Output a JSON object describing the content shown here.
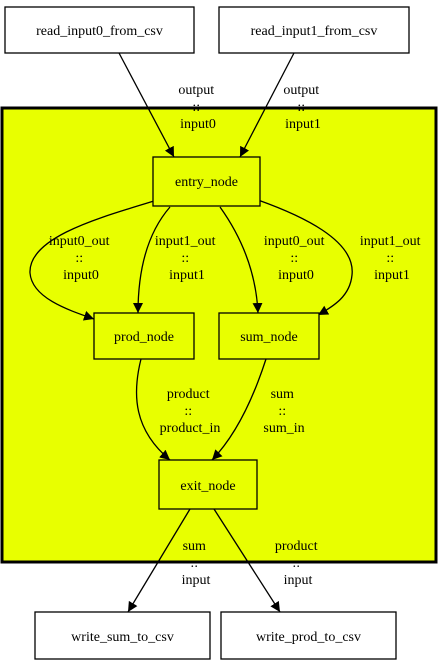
{
  "colors": {
    "cluster_fill": "#e8ff00",
    "node_fill": "#ffffff",
    "stroke": "#000000"
  },
  "nodes": [
    {
      "id": "read0",
      "label": "read_input0_from_csv",
      "in_cluster": false
    },
    {
      "id": "read1",
      "label": "read_input1_from_csv",
      "in_cluster": false
    },
    {
      "id": "entry",
      "label": "entry_node",
      "in_cluster": true
    },
    {
      "id": "prod",
      "label": "prod_node",
      "in_cluster": true
    },
    {
      "id": "sum",
      "label": "sum_node",
      "in_cluster": true
    },
    {
      "id": "exit",
      "label": "exit_node",
      "in_cluster": true
    },
    {
      "id": "wsum",
      "label": "write_sum_to_csv",
      "in_cluster": false
    },
    {
      "id": "wprod",
      "label": "write_prod_to_csv",
      "in_cluster": false
    }
  ],
  "edges": [
    {
      "from": "read0",
      "to": "entry",
      "label": [
        "output",
        "::",
        "input0"
      ]
    },
    {
      "from": "read1",
      "to": "entry",
      "label": [
        "output",
        "::",
        "input1"
      ]
    },
    {
      "from": "entry",
      "to": "prod",
      "label": [
        "input0_out",
        "::",
        "input0"
      ]
    },
    {
      "from": "entry",
      "to": "prod",
      "label": [
        "input1_out",
        "::",
        "input1"
      ]
    },
    {
      "from": "entry",
      "to": "sum",
      "label": [
        "input0_out",
        "::",
        "input0"
      ]
    },
    {
      "from": "entry",
      "to": "sum",
      "label": [
        "input1_out",
        "::",
        "input1"
      ]
    },
    {
      "from": "prod",
      "to": "exit",
      "label": [
        "product",
        "::",
        "product_in"
      ]
    },
    {
      "from": "sum",
      "to": "exit",
      "label": [
        "sum",
        "::",
        "sum_in"
      ]
    },
    {
      "from": "exit",
      "to": "wsum",
      "label": [
        "sum",
        "::",
        "input"
      ]
    },
    {
      "from": "exit",
      "to": "wprod",
      "label": [
        "product",
        "::",
        "input"
      ]
    }
  ]
}
